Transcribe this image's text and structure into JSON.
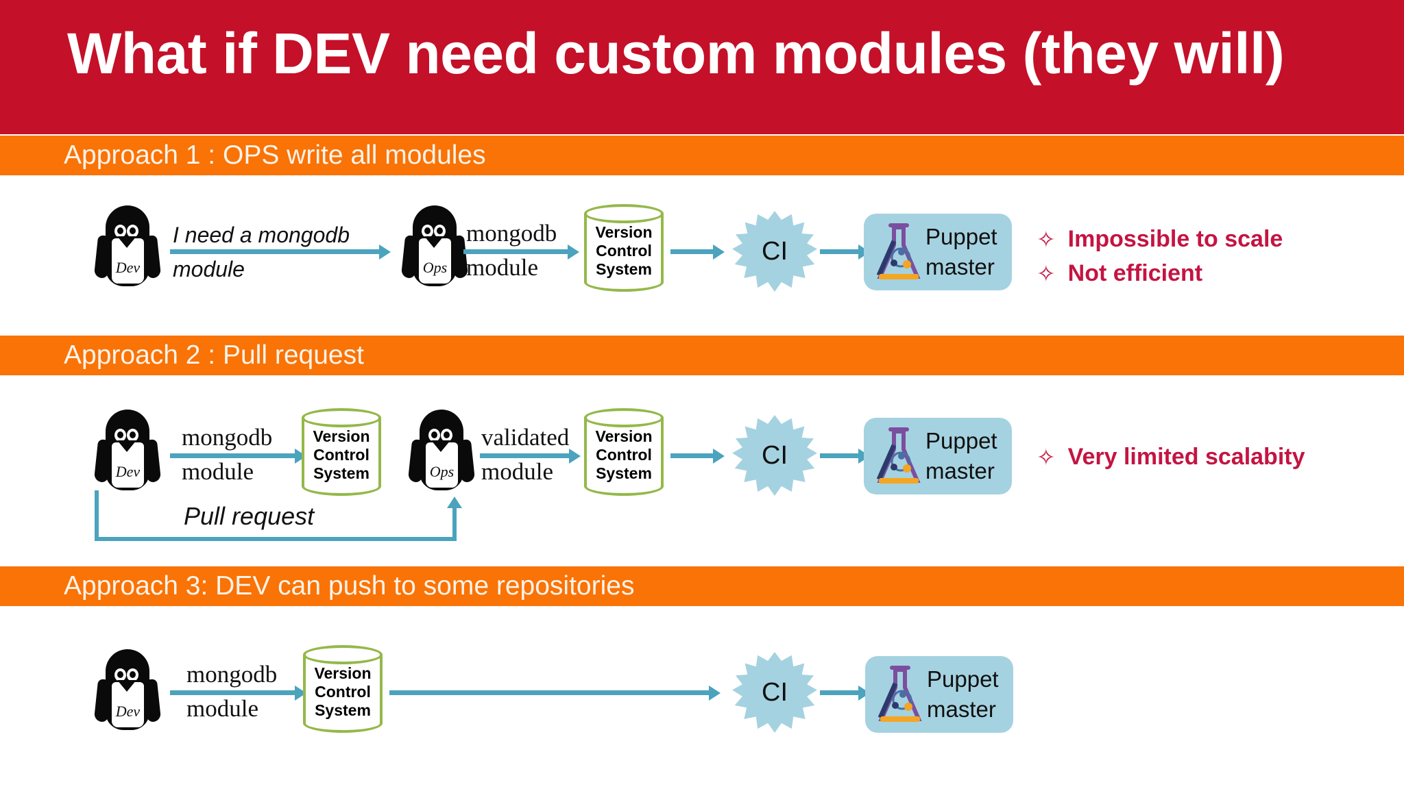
{
  "header": {
    "title": "What if DEV need custom modules (they will)",
    "background": "#c41029",
    "text_color": "#ffffff"
  },
  "theme": {
    "banner_color": "#f97306",
    "arrow_color": "#4ba3bd",
    "cylinder_color": "#94b84a",
    "ci_color": "#a5d2e0",
    "puppet_box_color": "#a5d2e0",
    "note_color": "#c41442"
  },
  "approaches": [
    {
      "banner": "Approach 1 : OPS write all modules",
      "nodes": {
        "dev": "Dev",
        "ops": "Ops",
        "vcs_line1": "Version",
        "vcs_line2": "Control",
        "vcs_line3": "System",
        "ci": "CI",
        "puppet_line1": "Puppet",
        "puppet_line2": "master"
      },
      "flows": {
        "dev_to_ops_line1": "I need a mongodb",
        "dev_to_ops_line2": "module",
        "ops_to_vcs_line1": "mongodb",
        "ops_to_vcs_line2": "module"
      },
      "notes": [
        {
          "bullet": "✧",
          "text": "Impossible to scale"
        },
        {
          "bullet": "✧",
          "text": "Not efficient"
        }
      ]
    },
    {
      "banner": "Approach 2 : Pull request",
      "nodes": {
        "dev": "Dev",
        "ops": "Ops",
        "vcs1_line1": "Version",
        "vcs1_line2": "Control",
        "vcs1_line3": "System",
        "vcs2_line1": "Version",
        "vcs2_line2": "Control",
        "vcs2_line3": "System",
        "ci": "CI",
        "puppet_line1": "Puppet",
        "puppet_line2": "master"
      },
      "flows": {
        "dev_to_vcs_line1": "mongodb",
        "dev_to_vcs_line2": "module",
        "ops_to_vcs_line1": "validated",
        "ops_to_vcs_line2": "module",
        "pull_request": "Pull request"
      },
      "notes": [
        {
          "bullet": "✧",
          "text": "Very limited scalabity"
        }
      ]
    },
    {
      "banner": "Approach 3: DEV can push to some repositories",
      "nodes": {
        "dev": "Dev",
        "vcs_line1": "Version",
        "vcs_line2": "Control",
        "vcs_line3": "System",
        "ci": "CI",
        "puppet_line1": "Puppet",
        "puppet_line2": "master"
      },
      "flows": {
        "dev_to_vcs_line1": "mongodb",
        "dev_to_vcs_line2": "module"
      },
      "notes": []
    }
  ]
}
